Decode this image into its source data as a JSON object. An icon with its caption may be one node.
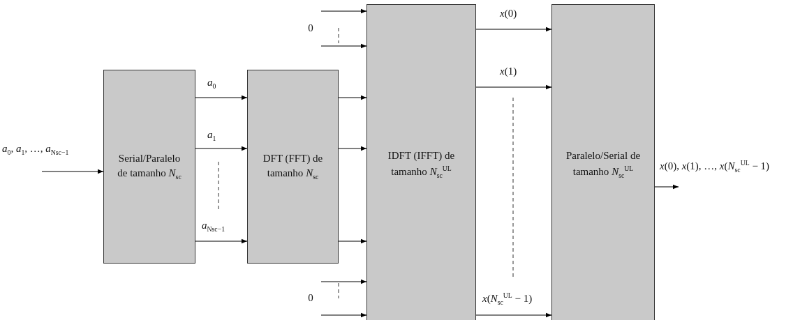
{
  "diagram": {
    "nodes": [
      {
        "text": [
          "Serial/Paralelo de tamanho *N*$_{sc}$"
        ]
      },
      {
        "text": [
          "DFT (FFT) de tamanho *N*$_{sc}$"
        ]
      },
      {
        "text": [
          "IDFT (IFFT) de tamanho *N*$_{sc}$$^{UL}$"
        ]
      },
      {
        "text": [
          "Paralelo/Serial de tamanho *N*$_{sc}$$^{UL}$"
        ]
      },
      {
        "text": [
          "0"
        ]
      },
      {
        "text": [
          "0"
        ]
      }
    ],
    "edges": [
      {
        "from": null,
        "to": 0,
        "arrow": "to",
        "label": "*a*$_{0}$, *a*$_{1}$, …, *a*$_{Nsc−1}$"
      },
      {
        "from": 0,
        "to": 1,
        "arrow": "to",
        "label": "*a*$_{0}$"
      },
      {
        "from": 0,
        "to": 1,
        "arrow": "to",
        "label": "*a*$_{1}$"
      },
      {
        "from": 0,
        "to": 1,
        "arrow": "to",
        "label": "*a*$_{Nsc−1}$"
      },
      {
        "from": 1,
        "to": 2,
        "arrow": "to"
      },
      {
        "from": 1,
        "to": 2,
        "arrow": "to"
      },
      {
        "from": 1,
        "to": 2,
        "arrow": "to"
      },
      {
        "from": 4,
        "to": 2,
        "arrow": "to"
      },
      {
        "from": 4,
        "to": 2,
        "arrow": "to"
      },
      {
        "from": 5,
        "to": 2,
        "arrow": "to"
      },
      {
        "from": 5,
        "to": 2,
        "arrow": "to"
      },
      {
        "from": 2,
        "to": 3,
        "arrow": "to",
        "label": "*x*(0)"
      },
      {
        "from": 2,
        "to": 3,
        "arrow": "to",
        "label": "*x*(1)"
      },
      {
        "from": 2,
        "to": 3,
        "arrow": "to",
        "label": "*x*(*N*$_{sc}$$^{UL}$ − 1)"
      },
      {
        "from": 3,
        "to": null,
        "arrow": "to",
        "label": "*x*(0), *x*(1), …, *x*(*N*$_{sc}$$^{UL}$ − 1)"
      }
    ]
  }
}
